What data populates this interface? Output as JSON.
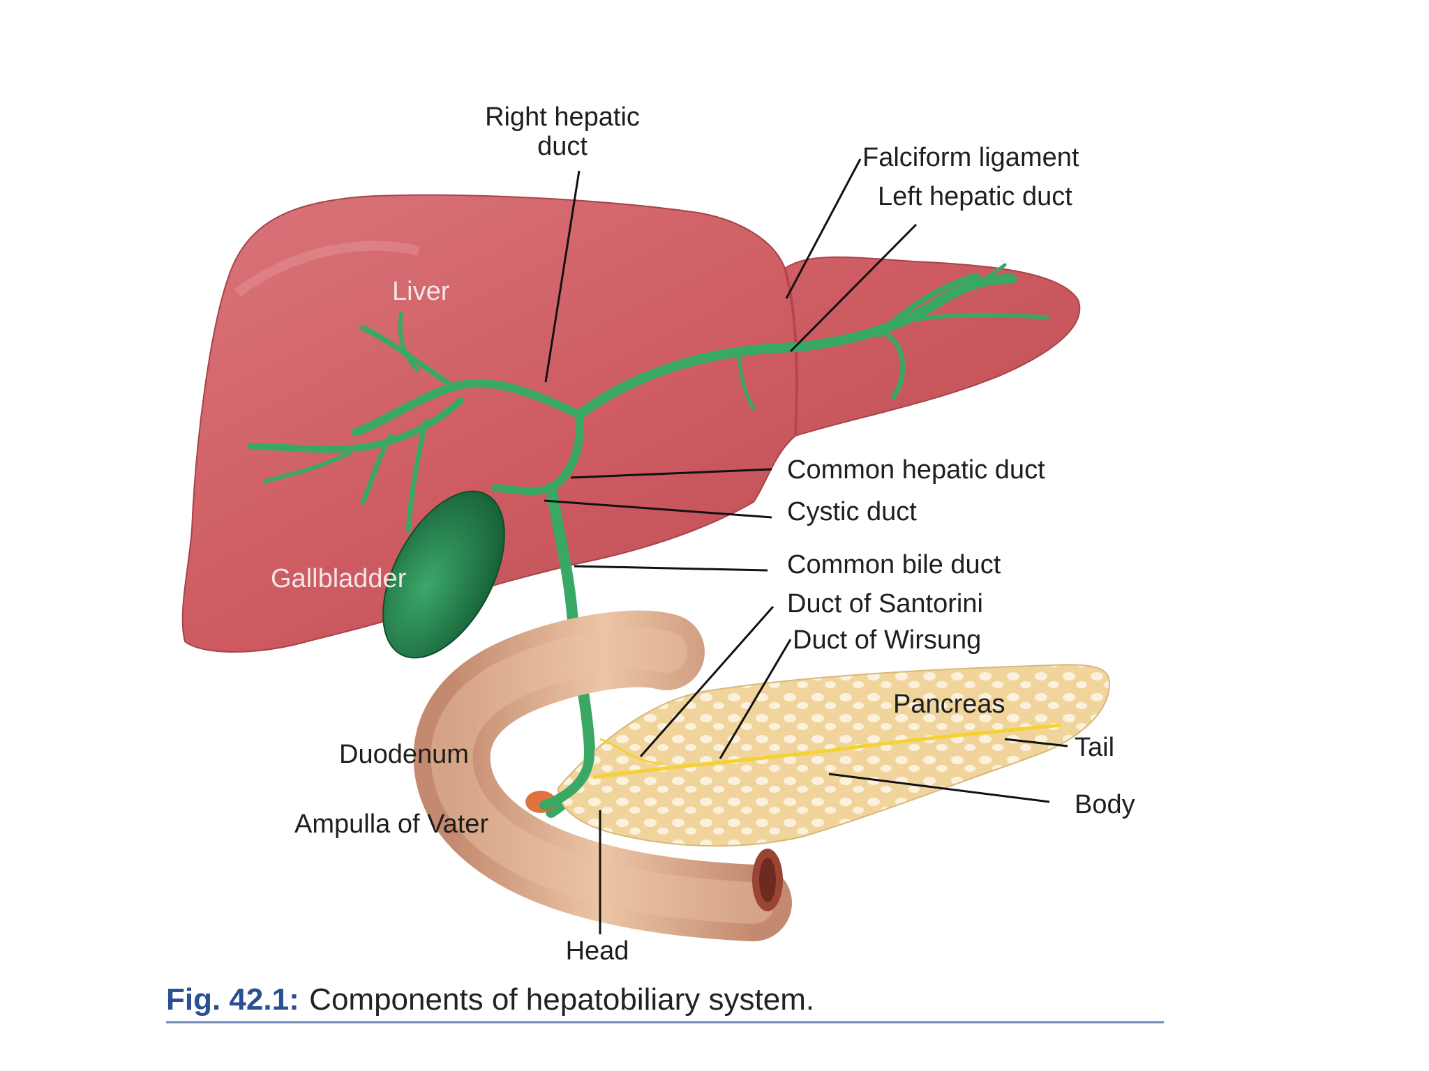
{
  "labels": {
    "right_hepatic_duct_line1": "Right hepatic",
    "right_hepatic_duct_line2": "duct",
    "falciform_ligament": "Falciform ligament",
    "left_hepatic_duct": "Left hepatic duct",
    "liver": "Liver",
    "gallbladder": "Gallbladder",
    "common_hepatic_duct": "Common hepatic duct",
    "cystic_duct": "Cystic duct",
    "common_bile_duct": "Common bile duct",
    "duct_of_santorini": "Duct of Santorini",
    "duct_of_wirsung": "Duct of Wirsung",
    "pancreas": "Pancreas",
    "tail": "Tail",
    "body": "Body",
    "duodenum": "Duodenum",
    "ampulla_of_vater": "Ampulla of Vater",
    "head": "Head"
  },
  "caption": {
    "number": "Fig. 42.1:",
    "text": "Components of hepatobiliary system."
  },
  "colors": {
    "liver": "#cf5f63",
    "bile_duct": "#3aa865",
    "gallbladder": "#1f7c4a",
    "pancreas": "#f2dcab",
    "duodenum": "#d9a98a",
    "caption_number": "#2b4f93",
    "caption_rule": "#6f88b7"
  }
}
